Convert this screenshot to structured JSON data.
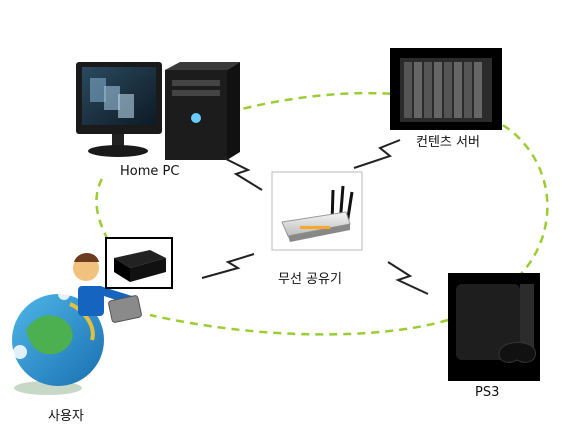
{
  "labels": {
    "home_pc": "Home PC",
    "content_server": "컨텐츠 서버",
    "router": "무선 공유기",
    "ps3": "PS3",
    "user": "사용자"
  },
  "colors": {
    "link_dash": "#9acd32",
    "lightning": "#222222"
  }
}
